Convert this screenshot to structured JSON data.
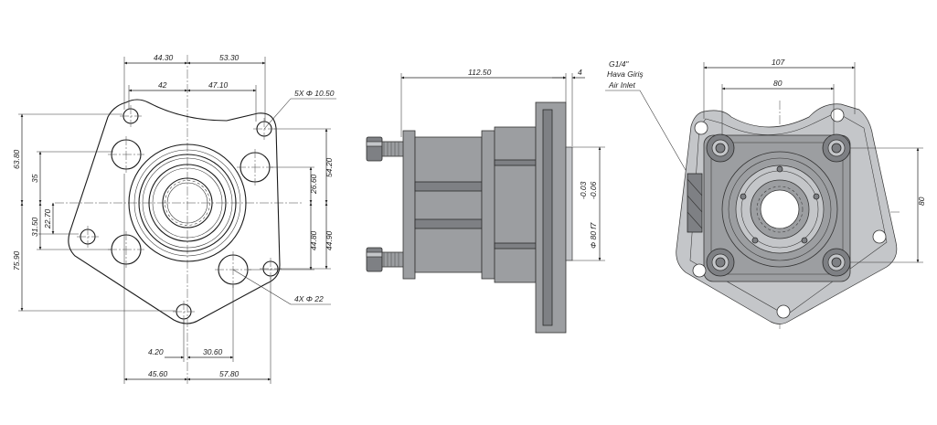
{
  "front_view": {
    "dim_top_left": "44.30",
    "dim_top_right": "53.30",
    "dim_mid_left": "42",
    "dim_mid_right": "47.10",
    "holes_small": "5X Φ 10.50",
    "holes_large": "4X Φ 22",
    "dim_left_6380": "63.80",
    "dim_left_35": "35",
    "dim_left_3150": "31.50",
    "dim_left_2270": "22.70",
    "dim_left_7590": "75.90",
    "dim_right_5420": "54.20",
    "dim_right_2660": "26.60",
    "dim_right_4480": "44.80",
    "dim_right_4490": "44.90",
    "dim_bot_420": "4.20",
    "dim_bot_3060": "30.60",
    "dim_bot_4560": "45.60",
    "dim_bot_5780": "57.80"
  },
  "side_view": {
    "dim_length": "112.50",
    "dim_flange": "4",
    "inlet_line1": "G1/4\"",
    "inlet_line2": "Hava Giriş",
    "inlet_line3": "Air Inlet",
    "dim_tolerance_upper": "-0.03",
    "dim_tolerance_lower": "-0.06",
    "dim_pilot": "Φ 80 f7"
  },
  "rear_view": {
    "dim_107": "107",
    "dim_80_top": "80",
    "dim_80_right": "80"
  }
}
